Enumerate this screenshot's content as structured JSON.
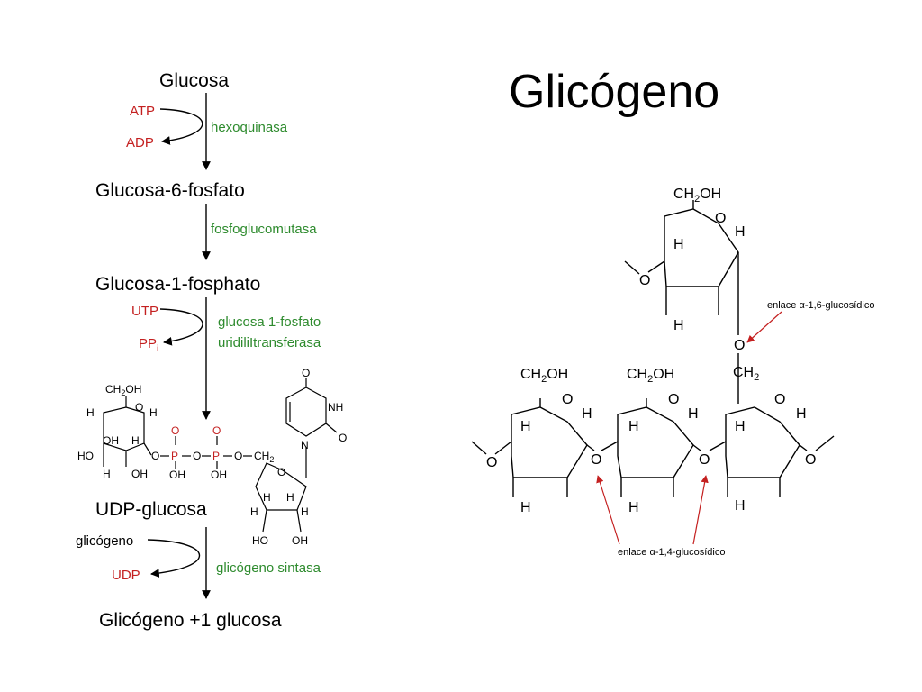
{
  "title": "Glicógeno",
  "pathway": {
    "glucose": "Glucosa",
    "atp": "ATP",
    "adp": "ADP",
    "hexokinase": "hexoquinasa",
    "g6p": "Glucosa-6-fosfato",
    "phosphoglucomutase": "fosfoglucomutasa",
    "g1p": "Glucosa-1-fosphato",
    "utp": "UTP",
    "ppi": "PP",
    "ppi_sub": "i",
    "enzyme3_line1": "glucosa 1-fosfato",
    "enzyme3_line2": "uridiliItransferasa",
    "udp_glucose": "UDP-glucosa",
    "glycogen_in": "glicógeno",
    "udp": "UDP",
    "glycogen_synthase": "glicógeno sintasa",
    "product": "Glicógeno +1 glucosa"
  },
  "udp_structure": {
    "ch2oh": "CH",
    "ch2oh_sub": "2",
    "ch2oh_tail": "OH",
    "H": "H",
    "O": "O",
    "OH": "OH",
    "HO": "HO",
    "P": "P",
    "NH": "NH",
    "N": "N",
    "CH2": "CH"
  },
  "glycogen_structure": {
    "ch2": "CH",
    "sub2": "2",
    "oh": "OH",
    "H": "H",
    "O": "O",
    "branch_link": "enlace α-1,6-glucosídico",
    "chain_link": "enlace α-1,4-glucosídico"
  },
  "colors": {
    "enzyme": "#2e8b2e",
    "cofactor": "#c42020",
    "annotation_arrow": "#c42020"
  }
}
